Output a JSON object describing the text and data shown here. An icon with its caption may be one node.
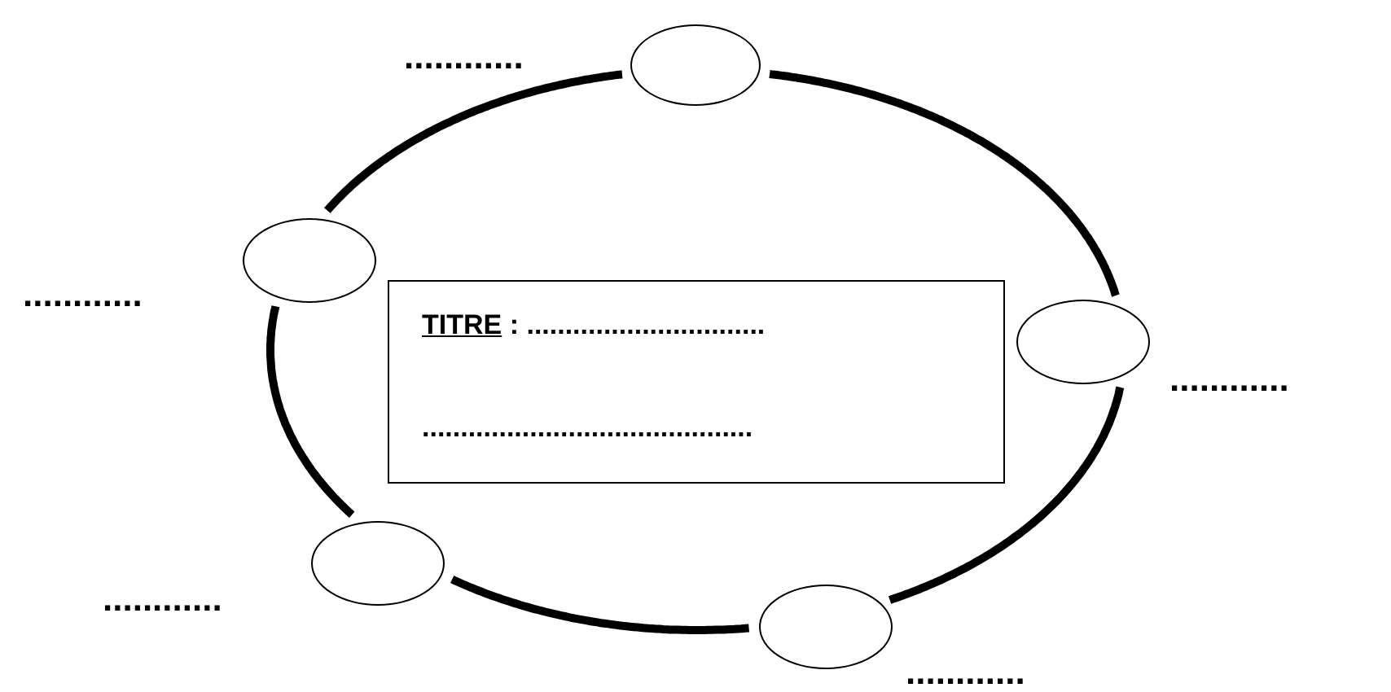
{
  "diagram": {
    "nodes": [
      {
        "text": [],
        "shape": "circle",
        "beside": [
          "............"
        ]
      },
      {
        "text": [],
        "shape": "circle",
        "beside": [
          "............"
        ]
      },
      {
        "text": [],
        "shape": "circle",
        "beside": [
          "............"
        ]
      },
      {
        "text": [],
        "shape": "circle",
        "beside": [
          "............"
        ]
      },
      {
        "text": [],
        "shape": "circle",
        "beside": [
          "............"
        ]
      },
      {
        "text": [
          "TITRE : ...............................",
          "..........................................."
        ]
      }
    ],
    "edges": [
      {
        "from": 0,
        "to": 2,
        "arrow": "none"
      },
      {
        "from": 2,
        "to": 4,
        "arrow": "none"
      },
      {
        "from": 4,
        "to": 3,
        "arrow": "none"
      },
      {
        "from": 3,
        "to": 1,
        "arrow": "none"
      },
      {
        "from": 1,
        "to": 0,
        "arrow": "none"
      }
    ]
  }
}
